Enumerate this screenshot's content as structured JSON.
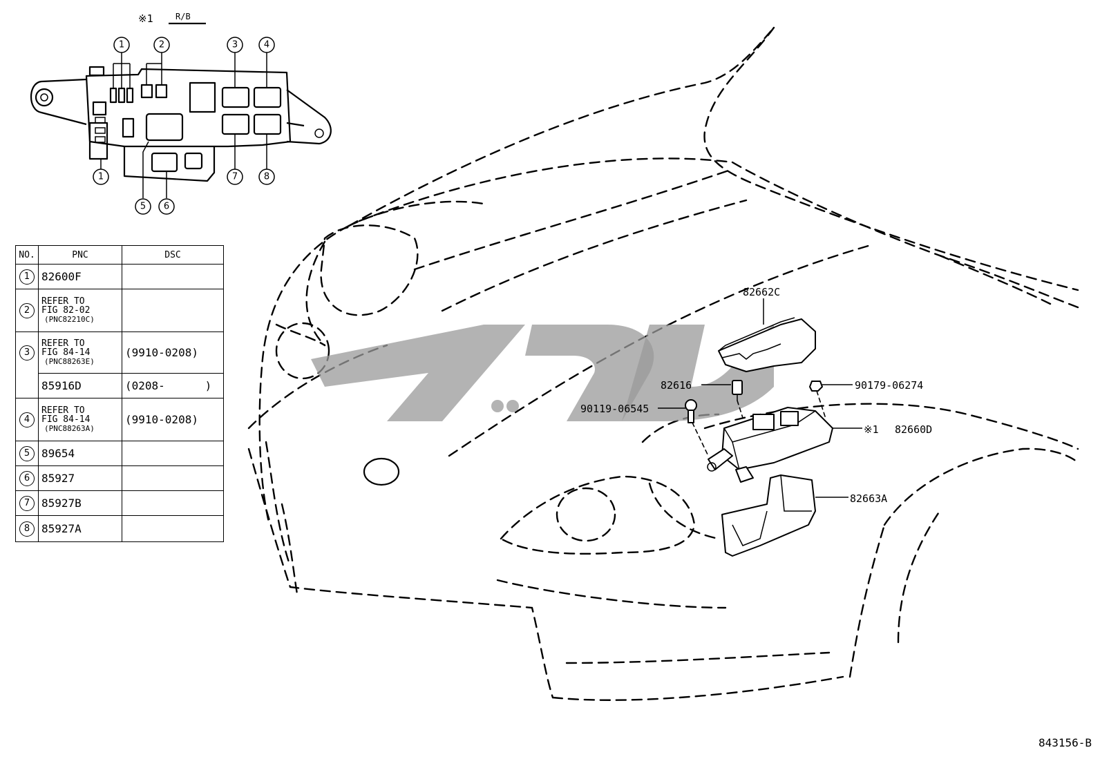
{
  "inset": {
    "ref_mark": "※1",
    "ref_code": "R/B",
    "callouts": [
      "1",
      "2",
      "3",
      "4",
      "1",
      "5",
      "6",
      "7",
      "8"
    ]
  },
  "table": {
    "headers": {
      "no": "NO.",
      "pnc": "PNC",
      "dsc": "DSC"
    },
    "rows": [
      {
        "no": "1",
        "pnc_lines": [
          "82600F"
        ],
        "dsc": ""
      },
      {
        "no": "2",
        "pnc_lines": [
          "REFER TO",
          "FIG 82-02",
          "(PNC82210C)"
        ],
        "dsc": ""
      },
      {
        "no": "3",
        "pnc_lines": [
          "REFER TO",
          "FIG 84-14",
          "(PNC88263E)"
        ],
        "dsc": "(9910-0208)"
      },
      {
        "no": "",
        "pnc_lines": [
          "85916D"
        ],
        "dsc": "(0208-      )"
      },
      {
        "no": "4",
        "pnc_lines": [
          "REFER TO",
          "FIG 84-14",
          "(PNC88263A)"
        ],
        "dsc": "(9910-0208)"
      },
      {
        "no": "5",
        "pnc_lines": [
          "89654"
        ],
        "dsc": ""
      },
      {
        "no": "6",
        "pnc_lines": [
          "85927"
        ],
        "dsc": ""
      },
      {
        "no": "7",
        "pnc_lines": [
          "85927B"
        ],
        "dsc": ""
      },
      {
        "no": "8",
        "pnc_lines": [
          "85927A"
        ],
        "dsc": ""
      }
    ]
  },
  "parts": {
    "cover": "82662C",
    "fuse": "82616",
    "bolt": "90119-06545",
    "nut": "90179-06274",
    "relay_block_mark": "※1",
    "relay_block": "82660D",
    "bracket": "82663A"
  },
  "figure_code": "843156-B",
  "watermark_color": "#9a9a9a"
}
